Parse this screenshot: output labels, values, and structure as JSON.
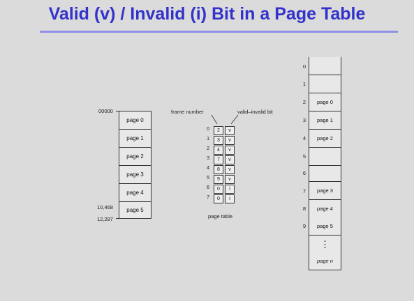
{
  "title": "Valid (v) / Invalid (i) Bit in a Page Table",
  "logical_memory": {
    "addr_start": "00000",
    "addr_mid": "10,468",
    "addr_end": "12,287",
    "pages": [
      "page 0",
      "page 1",
      "page 2",
      "page 3",
      "page 4",
      "page 5"
    ]
  },
  "page_table": {
    "frame_label": "frame number",
    "valid_label": "valid–invalid bit",
    "caption": "page table",
    "rows": [
      {
        "idx": "0",
        "frame": "2",
        "bit": "v"
      },
      {
        "idx": "1",
        "frame": "3",
        "bit": "v"
      },
      {
        "idx": "2",
        "frame": "4",
        "bit": "v"
      },
      {
        "idx": "3",
        "frame": "7",
        "bit": "v"
      },
      {
        "idx": "4",
        "frame": "8",
        "bit": "v"
      },
      {
        "idx": "5",
        "frame": "9",
        "bit": "v"
      },
      {
        "idx": "6",
        "frame": "0",
        "bit": "i"
      },
      {
        "idx": "7",
        "frame": "0",
        "bit": "i"
      }
    ]
  },
  "physical_memory": {
    "frames": [
      {
        "idx": "0",
        "content": ""
      },
      {
        "idx": "1",
        "content": ""
      },
      {
        "idx": "2",
        "content": "page 0"
      },
      {
        "idx": "3",
        "content": "page 1"
      },
      {
        "idx": "4",
        "content": "page 2"
      },
      {
        "idx": "5",
        "content": ""
      },
      {
        "idx": "6",
        "content": ""
      },
      {
        "idx": "7",
        "content": "page 3"
      },
      {
        "idx": "8",
        "content": "page 4"
      },
      {
        "idx": "9",
        "content": "page 5"
      }
    ],
    "ellipsis": "⋮",
    "last_label": "page n"
  }
}
